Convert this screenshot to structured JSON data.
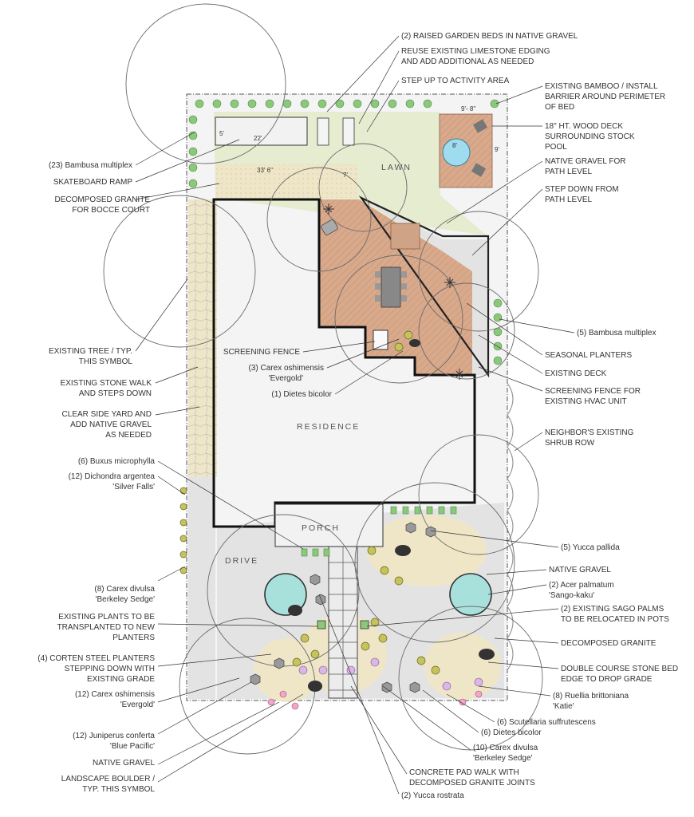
{
  "plan": {
    "areas": {
      "lawn": "LAWN",
      "residence": "RESIDENCE",
      "porch": "PORCH",
      "drive": "DRIVE"
    },
    "dimensions": {
      "bed_width": "5'",
      "ramp_length": "22'",
      "bocce_length": "33' 6\"",
      "bocce_width": "7'",
      "deck_width": "9'- 8\"",
      "deck_depth": "9'",
      "pool_diameter": "8'"
    },
    "labels": {
      "raised_beds": "(2) RAISED GARDEN BEDS IN NATIVE GRAVEL",
      "limestone_1": "REUSE EXISTING LIMESTONE EDGING",
      "limestone_2": "AND ADD ADDITIONAL AS NEEDED",
      "step_up": "STEP UP TO ACTIVITY AREA",
      "bamboo_1": "EXISTING BAMBOO / INSTALL",
      "bamboo_2": "BARRIER AROUND PERIMETER",
      "bamboo_3": "OF BED",
      "deck_1": "18\" HT. WOOD DECK",
      "deck_2": "SURROUNDING STOCK",
      "deck_3": "POOL",
      "gravel_path_1": "NATIVE GRAVEL FOR",
      "gravel_path_2": "PATH LEVEL",
      "step_down_1": "STEP DOWN FROM",
      "step_down_2": "PATH LEVEL",
      "bambusa_23": "(23) Bambusa multiplex",
      "skate_ramp": "SKATEBOARD RAMP",
      "dg_bocce_1": "DECOMPOSED GRANITE",
      "dg_bocce_2": "FOR BOCCE COURT",
      "bambusa_5": "(5) Bambusa multiplex",
      "seasonal": "SEASONAL PLANTERS",
      "existing_deck": "EXISTING DECK",
      "screen_hvac_1": "SCREENING FENCE FOR",
      "screen_hvac_2": "EXISTING HVAC UNIT",
      "existing_tree_1": "EXISTING TREE / TYP.",
      "existing_tree_2": "THIS SYMBOL",
      "screen_fence": "SCREENING FENCE",
      "carex_osh_3_1": "(3) Carex oshimensis",
      "carex_osh_3_2": "'Evergold'",
      "dietes_1": "(1) Dietes bicolor",
      "stone_walk_1": "EXISTING STONE WALK",
      "stone_walk_2": "AND STEPS DOWN",
      "side_yard_1": "CLEAR SIDE YARD AND",
      "side_yard_2": "ADD NATIVE GRAVEL",
      "side_yard_3": "AS NEEDED",
      "neighbor_1": "NEIGHBOR'S EXISTING",
      "neighbor_2": "SHRUB ROW",
      "buxus": "(6) Buxus microphylla",
      "dichondra_1": "(12) Dichondra argentea",
      "dichondra_2": "'Silver Falls'",
      "yucca_pallida": "(5) Yucca pallida",
      "native_gravel_r": "NATIVE GRAVEL",
      "acer_1": "(2) Acer palmatum",
      "acer_2": "'Sango-kaku'",
      "carex_div_8_1": "(8) Carex divulsa",
      "carex_div_8_2": "'Berkeley Sedge'",
      "sago_1": "(2) EXISTING SAGO PALMS",
      "sago_2": "TO BE RELOCATED IN POTS",
      "transplant_1": "EXISTING PLANTS TO BE",
      "transplant_2": "TRANSPLANTED TO NEW",
      "transplant_3": "PLANTERS",
      "dg_r": "DECOMPOSED GRANITE",
      "corten_1": "(4) CORTEN STEEL PLANTERS",
      "corten_2": "STEPPING DOWN WITH",
      "corten_3": "EXISTING GRADE",
      "stone_bed_1": "DOUBLE COURSE STONE BED",
      "stone_bed_2": "EDGE TO DROP GRADE",
      "carex_osh_12_1": "(12) Carex oshimensis",
      "carex_osh_12_2": "'Evergold'",
      "ruellia_1": "(8) Ruellia brittoniana",
      "ruellia_2": "'Katie'",
      "scutellaria": "(6) Scutellaria suffrutescens",
      "juniperus_1": "(12) Juniperus conferta",
      "juniperus_2": "'Blue Pacific'",
      "dietes_6": "(6) Dietes bicolor",
      "carex_div_10_1": "(10) Carex divulsa",
      "carex_div_10_2": "'Berkeley Sedge'",
      "native_gravel_l": "NATIVE GRAVEL",
      "boulder_1": "LANDSCAPE BOULDER /",
      "boulder_2": "TYP. THIS SYMBOL",
      "concrete_1": "CONCRETE PAD WALK WITH",
      "concrete_2": "DECOMPOSED GRANITE JOINTS",
      "yucca_rostrata": "(2) Yucca rostrata"
    }
  },
  "colors": {
    "lawn": "#e5ecd0",
    "wood_deck": "#d9a98c",
    "wood_deck_existing": "#cfa486",
    "decomposed_granite": "#efe6c8",
    "native_gravel": "#e3e3e3",
    "pool": "#9fdcef",
    "acer_canopy": "#a8e0dc",
    "bamboo": "#8bc87a"
  }
}
